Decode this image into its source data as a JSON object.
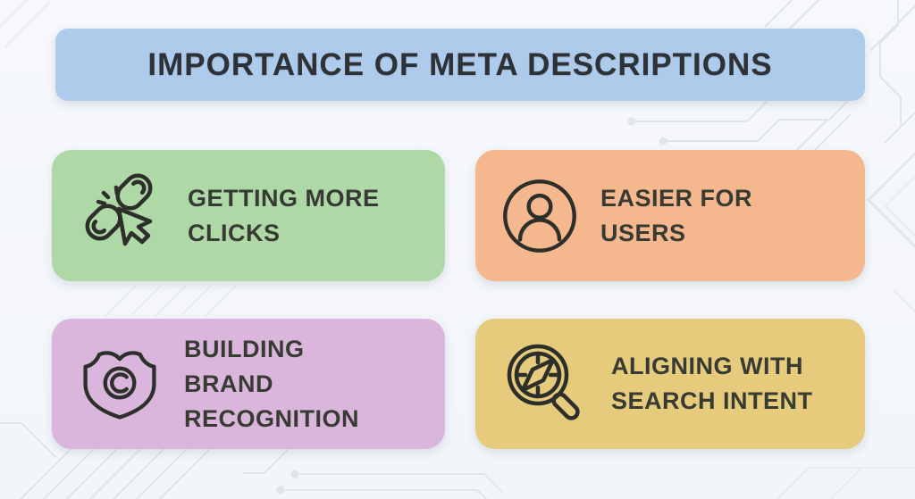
{
  "title": {
    "text": "IMPORTANCE OF META DESCRIPTIONS"
  },
  "colors": {
    "background": "#f3f6f9",
    "banner": "#aecbec",
    "title_text": "#2e3237",
    "card_text": "#373b34",
    "icon_stroke": "#2d2f2b",
    "circuit_trace": "#e0e5eb"
  },
  "cards": [
    {
      "name": "getting-more-clicks",
      "label": "GETTING MORE\nCLICKS",
      "icon": "link-click-icon",
      "color": "#aed8a6"
    },
    {
      "name": "easier-for-users",
      "label": "EASIER FOR\nUSERS",
      "icon": "user-icon",
      "color": "#f5b78d"
    },
    {
      "name": "building-brand-recognition",
      "label": "BUILDING\nBRAND\nRECOGNITION",
      "icon": "shield-copyright-icon",
      "color": "#dbb6dc"
    },
    {
      "name": "aligning-with-search-intent",
      "label": "ALIGNING WITH\nSEARCH INTENT",
      "icon": "compass-magnifier-icon",
      "color": "#e6cb7d"
    }
  ]
}
